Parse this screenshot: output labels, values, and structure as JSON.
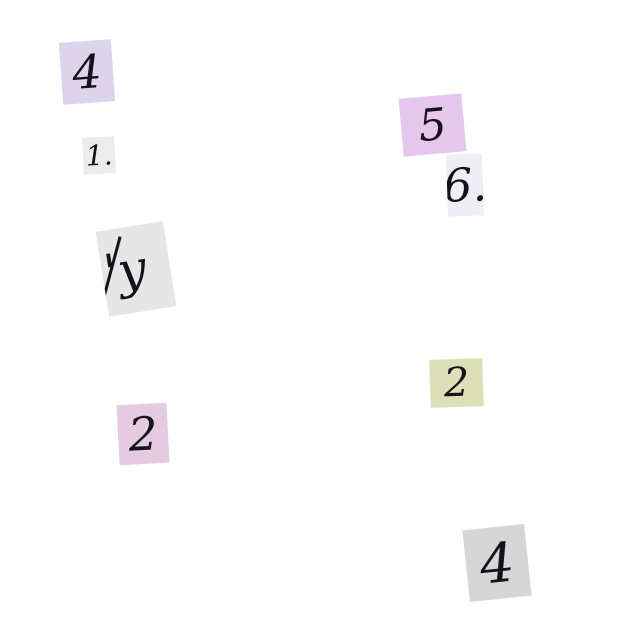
{
  "digits": [
    {
      "label": "4"
    },
    {
      "label": "1."
    },
    {
      "label": "'y"
    },
    {
      "label": "2"
    },
    {
      "label": "5"
    },
    {
      "label": "6."
    },
    {
      "label": "2"
    },
    {
      "label": "4"
    }
  ],
  "colors": {
    "background": "#ffffff",
    "ink": "#15121c",
    "lavender": "#ddd3ea",
    "pink": "#e5cbe2",
    "violet": "#e4c7ea",
    "olive": "#dcdfb8",
    "gray": "#d6d6d6"
  }
}
